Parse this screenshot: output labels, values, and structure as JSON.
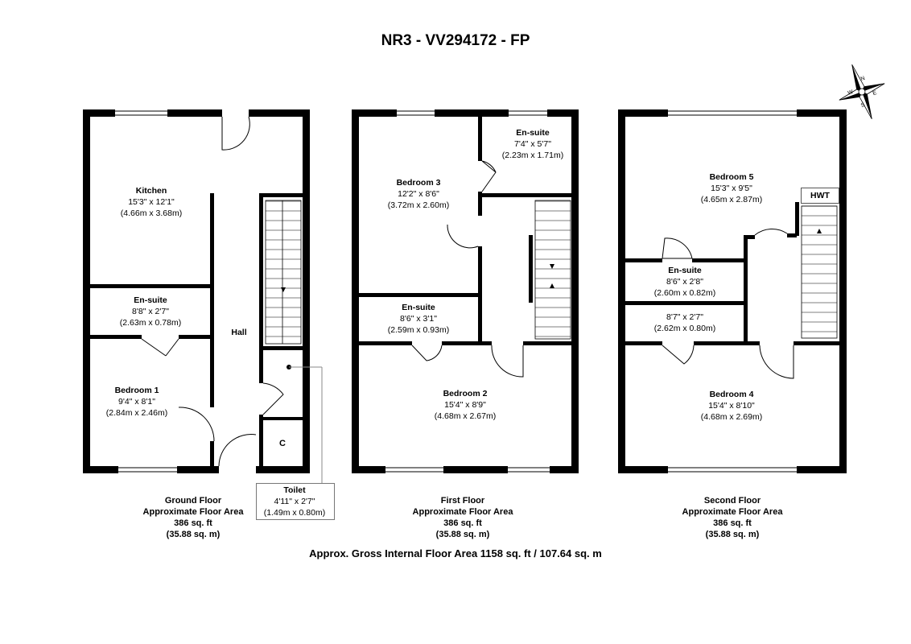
{
  "title": "NR3 - VV294172 - FP",
  "total_area": "Approx. Gross Internal Floor Area 1158 sq. ft / 107.64 sq. m",
  "compass": {
    "n": "N",
    "e": "E",
    "s": "S",
    "w": "W"
  },
  "floors": [
    {
      "name": "Ground Floor",
      "subtitle": "Approximate Floor Area",
      "sqft": "386 sq. ft",
      "sqm": "(35.88 sq. m)",
      "rooms": [
        {
          "name": "Kitchen",
          "imperial": "15'3\" x 12'1\"",
          "metric": "(4.66m x 3.68m)"
        },
        {
          "name": "En-suite",
          "imperial": "8'8\" x 2'7\"",
          "metric": "(2.63m x 0.78m)"
        },
        {
          "name": "Bedroom 1",
          "imperial": "9'4\" x 8'1\"",
          "metric": "(2.84m x 2.46m)"
        },
        {
          "name": "Hall"
        },
        {
          "name": "C"
        },
        {
          "name": "Toilet",
          "imperial": "4'11\" x 2'7\"",
          "metric": "(1.49m x 0.80m)"
        }
      ]
    },
    {
      "name": "First Floor",
      "subtitle": "Approximate Floor Area",
      "sqft": "386 sq. ft",
      "sqm": "(35.88 sq. m)",
      "rooms": [
        {
          "name": "En-suite",
          "imperial": "7'4\" x 5'7\"",
          "metric": "(2.23m x 1.71m)"
        },
        {
          "name": "Bedroom 3",
          "imperial": "12'2\" x 8'6\"",
          "metric": "(3.72m x 2.60m)"
        },
        {
          "name": "En-suite",
          "imperial": "8'6\" x 3'1\"",
          "metric": "(2.59m x 0.93m)"
        },
        {
          "name": "Bedroom 2",
          "imperial": "15'4\" x 8'9\"",
          "metric": "(4.68m x 2.67m)"
        }
      ]
    },
    {
      "name": "Second Floor",
      "subtitle": "Approximate Floor Area",
      "sqft": "386 sq. ft",
      "sqm": "(35.88 sq. m)",
      "rooms": [
        {
          "name": "Bedroom 5",
          "imperial": "15'3\" x 9'5\"",
          "metric": "(4.65m x 2.87m)"
        },
        {
          "name": "HWT"
        },
        {
          "name": "En-suite",
          "imperial": "8'6\" x 2'8\"",
          "metric": "(2.60m x 0.82m)"
        },
        {
          "imperial": "8'7\" x 2'7\"",
          "metric": "(2.62m x 0.80m)"
        },
        {
          "name": "Bedroom 4",
          "imperial": "15'4\" x 8'10\"",
          "metric": "(4.68m x 2.69m)"
        }
      ]
    }
  ]
}
